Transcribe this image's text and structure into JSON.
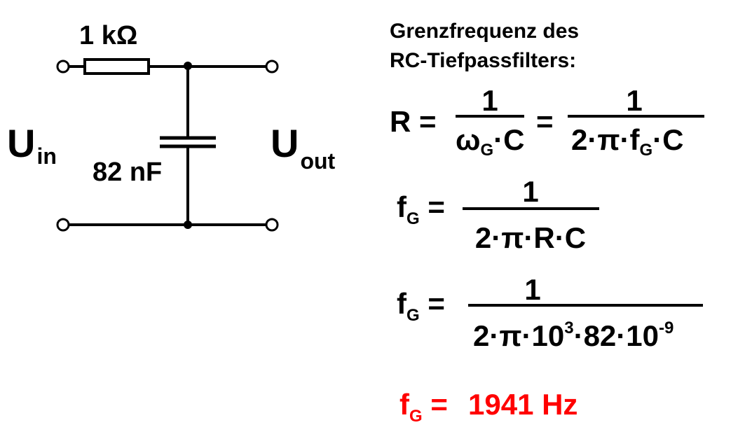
{
  "circuit": {
    "resistor_label": "1 kΩ",
    "capacitor_label": "82 nF",
    "input_label": {
      "main": "U",
      "sub": "in"
    },
    "output_label": {
      "main": "U",
      "sub": "out"
    }
  },
  "heading": {
    "line1": "Grenzfrequenz des",
    "line2": "RC-Tiefpassfilters:"
  },
  "eq1": {
    "lhs": "R =",
    "frac1_num": "1",
    "frac1_den": {
      "a": "ω",
      "sub": "G",
      "b": "·C"
    },
    "eq": "=",
    "frac2_num": "1",
    "frac2_den": {
      "a": "2·π·f",
      "sub": "G",
      "b": "·C"
    }
  },
  "eq2": {
    "lhs": {
      "a": "f",
      "sub": "G",
      "b": " ="
    },
    "num": "1",
    "den": "2·π·R·C"
  },
  "eq3": {
    "lhs": {
      "a": "f",
      "sub": "G",
      "b": " ="
    },
    "num": "1",
    "den": {
      "a": "2·π·10",
      "sup1": "3",
      "b": "·82·10",
      "sup2": "-9"
    }
  },
  "result": {
    "lhs": {
      "a": "f",
      "sub": "G",
      "b": " ="
    },
    "value": "1941 Hz"
  },
  "colors": {
    "result": "#ff0000"
  }
}
